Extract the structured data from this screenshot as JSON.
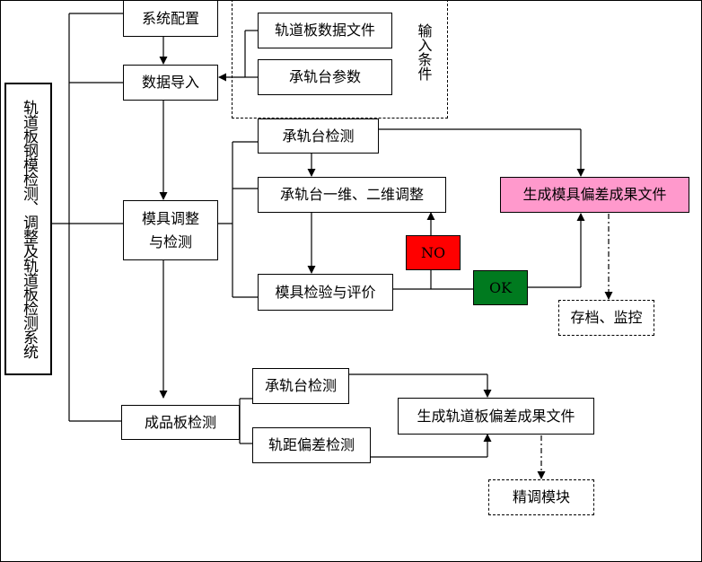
{
  "diagram": {
    "system_title": "轨道板钢模检测、调整及轨道板检测系统",
    "input_conditions_label": "输入条件",
    "steps": {
      "system_config": "系统配置",
      "data_import": "数据导入",
      "mold_adjust_line1": "模具调整",
      "mold_adjust_line2": "与检测",
      "finished_board_detect": "成品板检测"
    },
    "inputs": {
      "track_board_data_file": "轨道板数据文件",
      "rail_bearing_params": "承轨台参数"
    },
    "mold_branch": {
      "rail_bearing_detect": "承轨台检测",
      "rail_bearing_adjust": "承轨台一维、二维调整",
      "mold_inspect_eval": "模具检验与评价",
      "no_label": "NO",
      "ok_label": "OK",
      "mold_deviation_file": "生成模具偏差成果文件",
      "archive_monitor": "存档、监控"
    },
    "board_branch": {
      "rail_bearing_detect": "承轨台检测",
      "gauge_deviation_detect": "轨距偏差检测",
      "board_deviation_file": "生成轨道板偏差成果文件",
      "fine_tune_module": "精调模块"
    },
    "colors": {
      "no_fill": "#ff0000",
      "ok_fill": "#007a1f",
      "mold_file_fill": "#ff99cc",
      "line": "#000000"
    }
  }
}
